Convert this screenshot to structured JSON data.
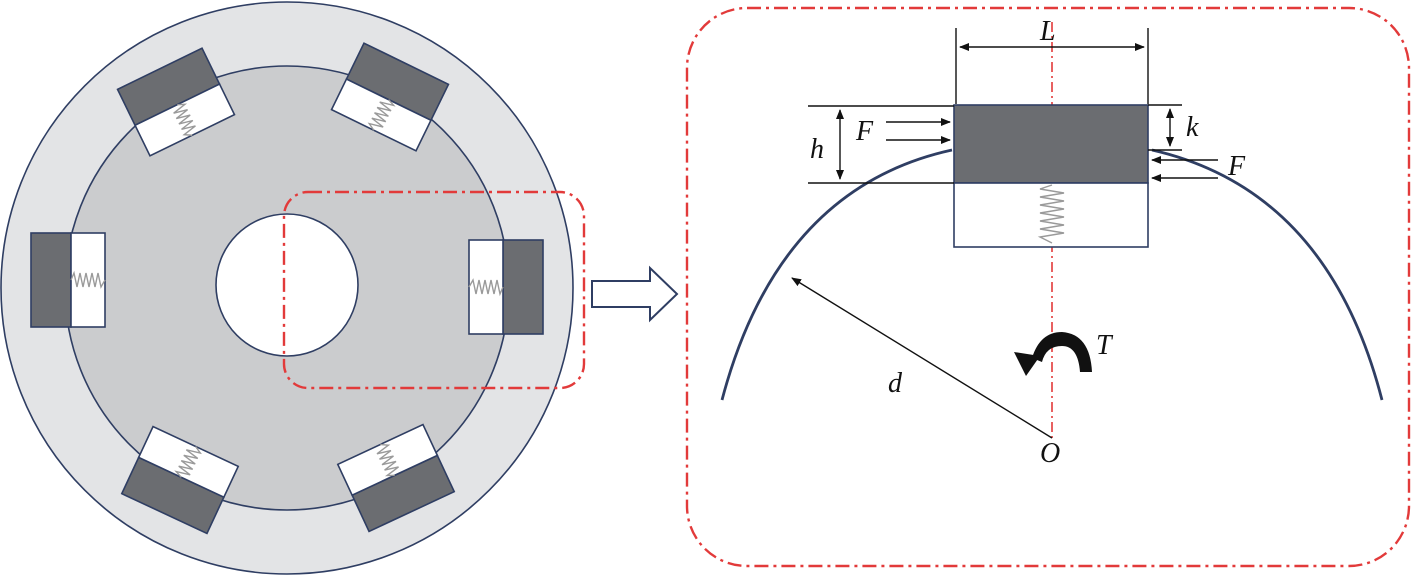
{
  "labels": {
    "length": "L",
    "height": "h",
    "depth": "k",
    "force_left": "F",
    "force_right": "F",
    "torque": "T",
    "diameter": "d",
    "center": "O"
  },
  "colors": {
    "outer_ring": "#e3e4e6",
    "inner_disk": "#cbccce",
    "block_dark": "#6b6d71",
    "block_light": "#ffffff",
    "outline": "#2f3e63",
    "highlight": "#e23a3a",
    "spring": "#9a9a9a"
  },
  "icons": {
    "transition_arrow": "hollow-arrow-right-icon",
    "torque_arrow": "curved-arrow-icon"
  }
}
